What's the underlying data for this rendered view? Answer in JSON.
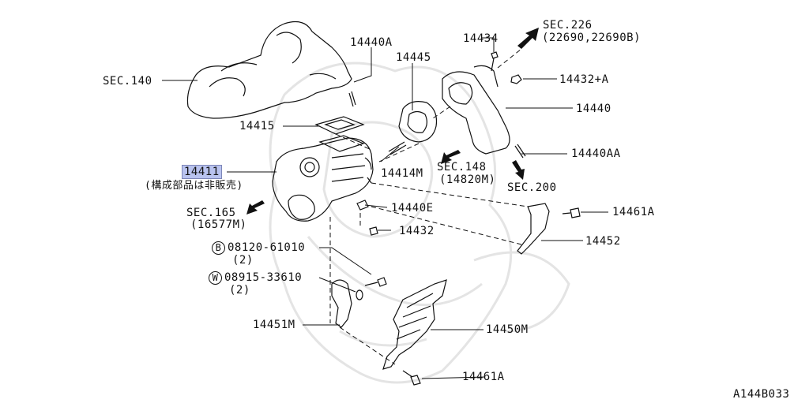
{
  "diagram_id": "A144B033",
  "labels": {
    "sec140": "SEC.140",
    "p14440A": "14440A",
    "p14445": "14445",
    "p14434": "14434",
    "sec226": "SEC.226",
    "sec226_sub": "(22690,22690B)",
    "p14432a": "14432+A",
    "p14440": "14440",
    "p14415": "14415",
    "p14440AA": "14440AA",
    "p14411": "14411",
    "p14411_note": "(構成部品は非販売)",
    "p14414M": "14414M",
    "sec148": "SEC.148",
    "sec148_sub": "(14820M)",
    "sec200": "SEC.200",
    "sec165": "SEC.165",
    "sec165_sub": "(16577M)",
    "p14440E": "14440E",
    "p14432": "14432",
    "p14461A_top": "14461A",
    "p14452": "14452",
    "bolt_b_code": "08120-61010",
    "bolt_b_marker": "B",
    "bolt_b_qty": "(2)",
    "washer_w_code": "08915-33610",
    "washer_w_marker": "W",
    "washer_w_qty": "(2)",
    "p14451M": "14451M",
    "p14450M": "14450M",
    "p14461A_bottom": "14461A"
  },
  "colors": {
    "highlight": "#b9c3ef",
    "line": "#111111",
    "watermark": "#e6e6e6"
  }
}
